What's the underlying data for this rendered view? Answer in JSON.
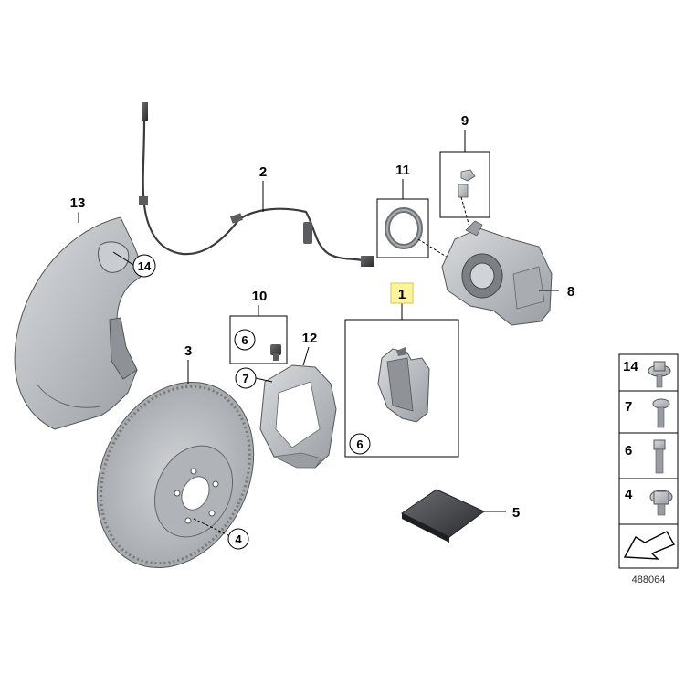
{
  "callouts": {
    "c1": "1",
    "c2": "2",
    "c3": "3",
    "c4": "4",
    "c5": "5",
    "c6a": "6",
    "c6b": "6",
    "c7": "7",
    "c8": "8",
    "c9": "9",
    "c10": "10",
    "c11": "11",
    "c12": "12",
    "c13": "13",
    "c14": "14"
  },
  "legend": {
    "items": [
      "14",
      "7",
      "6",
      "4"
    ]
  },
  "catalog_number": "488064",
  "colors": {
    "highlight": "#fff3a0",
    "part_fill": "#b9bcc0",
    "part_dark": "#8c9095",
    "line": "#000000"
  }
}
